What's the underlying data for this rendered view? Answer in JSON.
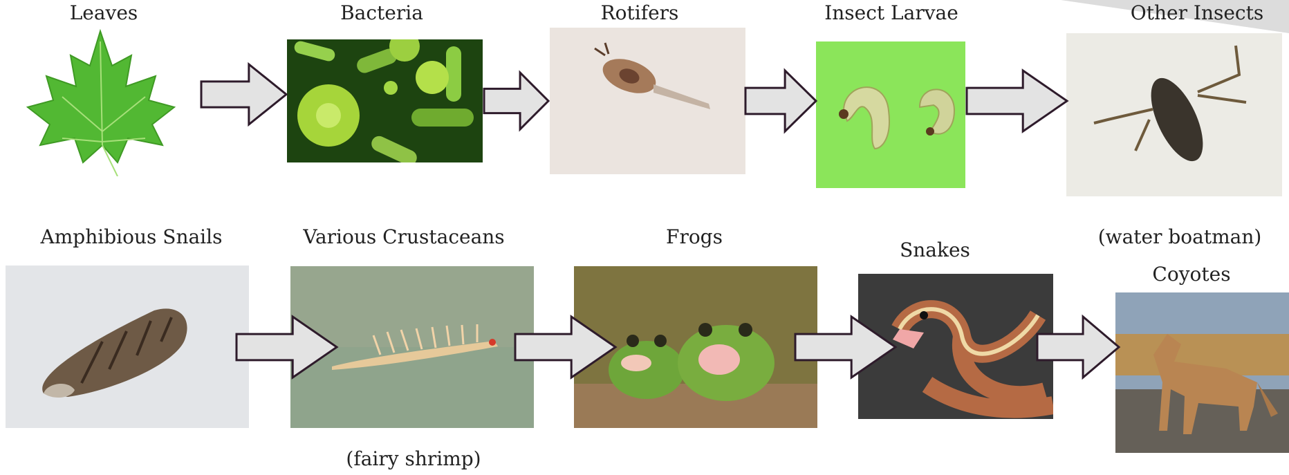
{
  "row1": {
    "leaves": "Leaves",
    "bacteria": "Bacteria",
    "rotifers": "Rotifers",
    "insect_larvae": "Insect Larvae",
    "other_insects": "Other Insects",
    "other_insects_note": "(water boatman)"
  },
  "row2": {
    "snails": "Amphibious Snails",
    "crustaceans": "Various Crustaceans",
    "crustaceans_note": "(fairy shrimp)",
    "frogs": "Frogs",
    "snakes": "Snakes",
    "coyotes": "Coyotes"
  },
  "colors": {
    "arrow_fill": "#e3e3e3",
    "arrow_stroke": "#2e1b2b",
    "leaf": "#4cb52e",
    "bacteria_bg": "#1f4d10",
    "larvae_bg": "#8fe35a"
  }
}
